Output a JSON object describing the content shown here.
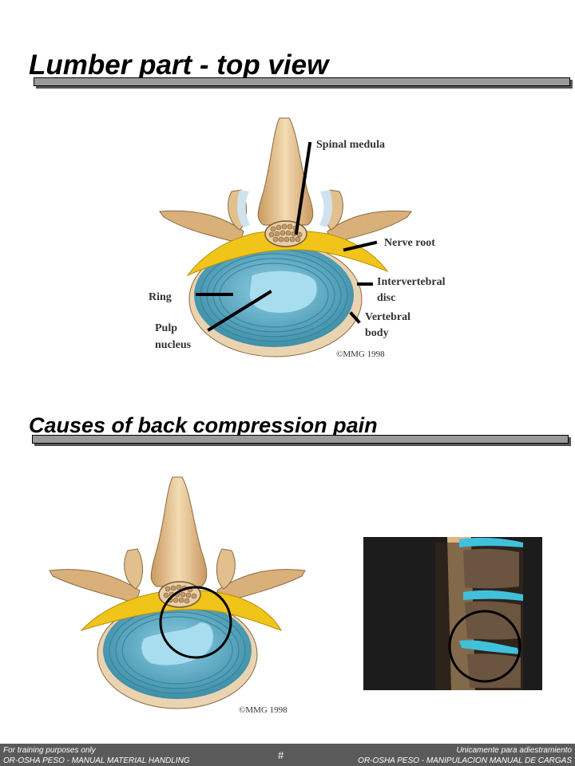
{
  "slide": {
    "title": "Lumber part - top view",
    "subtitle": "Causes of back compression pain"
  },
  "diagram_top": {
    "labels": {
      "spinal_medula": "Spinal medula",
      "nerve_root": "Nerve root",
      "intervertebral_1": "Intervertebral",
      "intervertebral_2": "disc",
      "ring": "Ring",
      "vertebral_1": "Vertebral",
      "vertebral_2": "body",
      "pulp_1": "Pulp",
      "pulp_2": "nucleus"
    },
    "copyright": "©MMG 1998"
  },
  "diagram_bottom": {
    "copyright": "©MMG 1998"
  },
  "footer": {
    "left_line1": "For training purposes only",
    "left_line2": "OR-OSHA PESO - MANUAL MATERIAL HANDLING",
    "center": "#",
    "right_line1": "Unicamente para adiestramiento",
    "right_line2": "OR-OSHA PESO - MANIPULACION MANUAL DE CARGAS"
  },
  "colors": {
    "bone": "#e8c79a",
    "disc_blue": "#5fb0c8",
    "nucleus": "#a8dcef",
    "nerve_yellow": "#f0c419",
    "footer_bg": "#5a5a5a"
  }
}
